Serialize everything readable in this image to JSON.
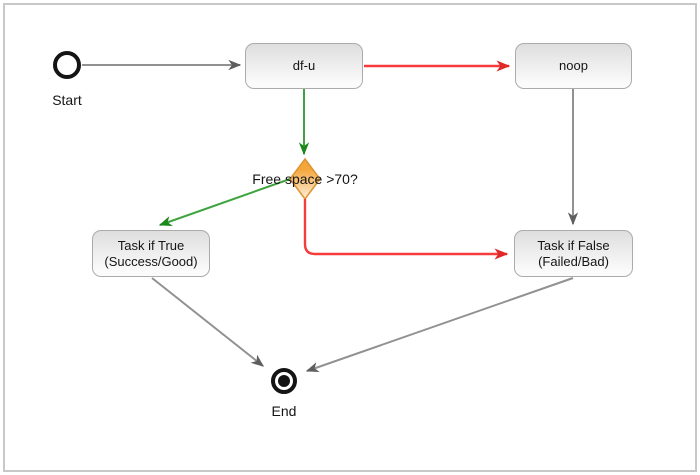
{
  "diagram": {
    "type": "workflow-flowchart",
    "nodes": {
      "start": {
        "label": "Start"
      },
      "df_u": {
        "label": "df-u"
      },
      "noop": {
        "label": "noop"
      },
      "decision": {
        "label": "Free space >70?"
      },
      "task_true": {
        "line1": "Task if True",
        "line2": "(Success/Good)"
      },
      "task_false": {
        "line1": "Task if False",
        "line2": "(Failed/Bad)"
      },
      "end": {
        "label": "End"
      }
    },
    "edges": [
      {
        "from": "start",
        "to": "df_u",
        "color": "gray"
      },
      {
        "from": "df_u",
        "to": "noop",
        "color": "red"
      },
      {
        "from": "df_u",
        "to": "decision",
        "color": "green"
      },
      {
        "from": "decision",
        "to": "task_true",
        "color": "green"
      },
      {
        "from": "decision",
        "to": "task_false",
        "color": "red"
      },
      {
        "from": "noop",
        "to": "task_false",
        "color": "gray"
      },
      {
        "from": "task_true",
        "to": "end",
        "color": "gray"
      },
      {
        "from": "task_false",
        "to": "end",
        "color": "gray"
      }
    ],
    "colors": {
      "frame_border": "#c8c8c8",
      "edge_gray": "#919191",
      "edge_gray_head": "#5e5e5e",
      "edge_green": "#3fa43f",
      "edge_green_head": "#1c871c",
      "edge_red": "#f53b3b",
      "edge_red_head": "#e02828",
      "node_fill_top": "#dedede",
      "node_fill_bottom": "#fbfbfb",
      "node_border": "#ababab",
      "diamond_fill_top": "#f5a63b",
      "diamond_fill_bottom": "#fdf0dd",
      "diamond_border": "#dd9430",
      "text": "#151515"
    }
  }
}
